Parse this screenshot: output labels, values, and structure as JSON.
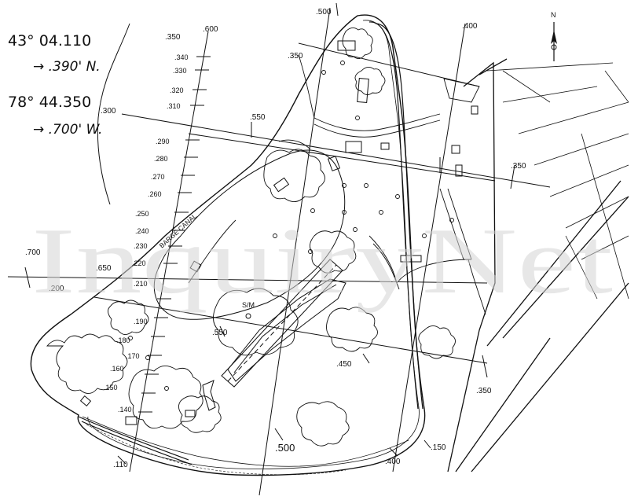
{
  "colors": {
    "ink": "#111111",
    "paper": "#ffffff",
    "watermark": "#cfcfcf"
  },
  "handwritten": {
    "lat_line1": "43° 04.110",
    "lat_line2": "→ .390' N.",
    "lon_line1": "78° 44.350",
    "lon_line2": "→ .700' W."
  },
  "north_arrow": {
    "label": "N",
    "icon": "north-arrow-icon"
  },
  "canal_label": "BARGE CANAL",
  "station_label": "S/M",
  "watermark": "InquiryNet",
  "grid_labels": {
    "top_600": ".600",
    "top_500": ".500",
    "top_400": ".400",
    "left_700": ".700",
    "left_650": ".650",
    "left_200": ".200",
    "mid_550": ".550",
    "mid_350_upper": ".350",
    "mid_350_left": ".350",
    "mid_300": ".300",
    "right_350": ".350",
    "low_450": ".450",
    "bottom_500": ".500",
    "bottom_350": ".350",
    "bottom_150": ".150",
    "bottom_400": ".400",
    "bottom_110": ".110"
  },
  "lat_ticks": [
    ".340",
    ".330",
    ".320",
    ".310",
    ".290",
    ".280",
    ".270",
    ".260",
    ".250",
    ".240",
    ".230",
    ".220",
    ".210",
    ".190",
    ".180",
    ".170",
    ".160",
    ".150",
    ".140"
  ]
}
